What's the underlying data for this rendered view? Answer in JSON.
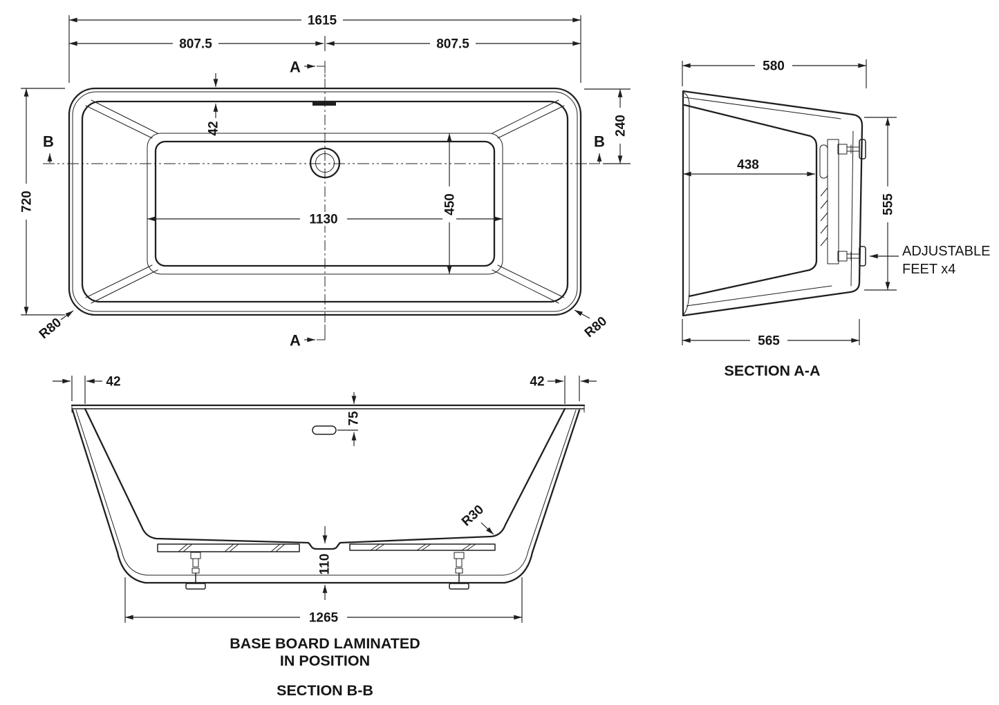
{
  "drawing": {
    "background": "#ffffff",
    "line_color": "#1f1f1f"
  },
  "plan": {
    "dims": {
      "overall_length": "1615",
      "half_length_left": "807.5",
      "half_length_right": "807.5",
      "overall_width": "720",
      "rim_width": "42",
      "drain_from_edge": "240",
      "inner_length": "1130",
      "inner_width": "450",
      "corner_radius_left": "R80",
      "corner_radius_right": "R80"
    },
    "section_markers": {
      "a_top": "A",
      "a_bottom": "A",
      "b_left": "B",
      "b_right": "B"
    }
  },
  "section_aa": {
    "title": "SECTION A-A",
    "dims": {
      "overall_with_feet": "580",
      "inner_depth": "438",
      "rim_to_base": "555",
      "base_width": "565"
    },
    "note_line1": "ADJUSTABLE",
    "note_line2": "FEET x4"
  },
  "section_bb": {
    "title": "SECTION B-B",
    "dims": {
      "wall_left": "42",
      "wall_right": "42",
      "overflow_depth": "75",
      "floor_radius": "R30",
      "base_height": "110",
      "base_length": "1265"
    },
    "note_line1": "BASE BOARD LAMINATED",
    "note_line2": "IN POSITION"
  }
}
